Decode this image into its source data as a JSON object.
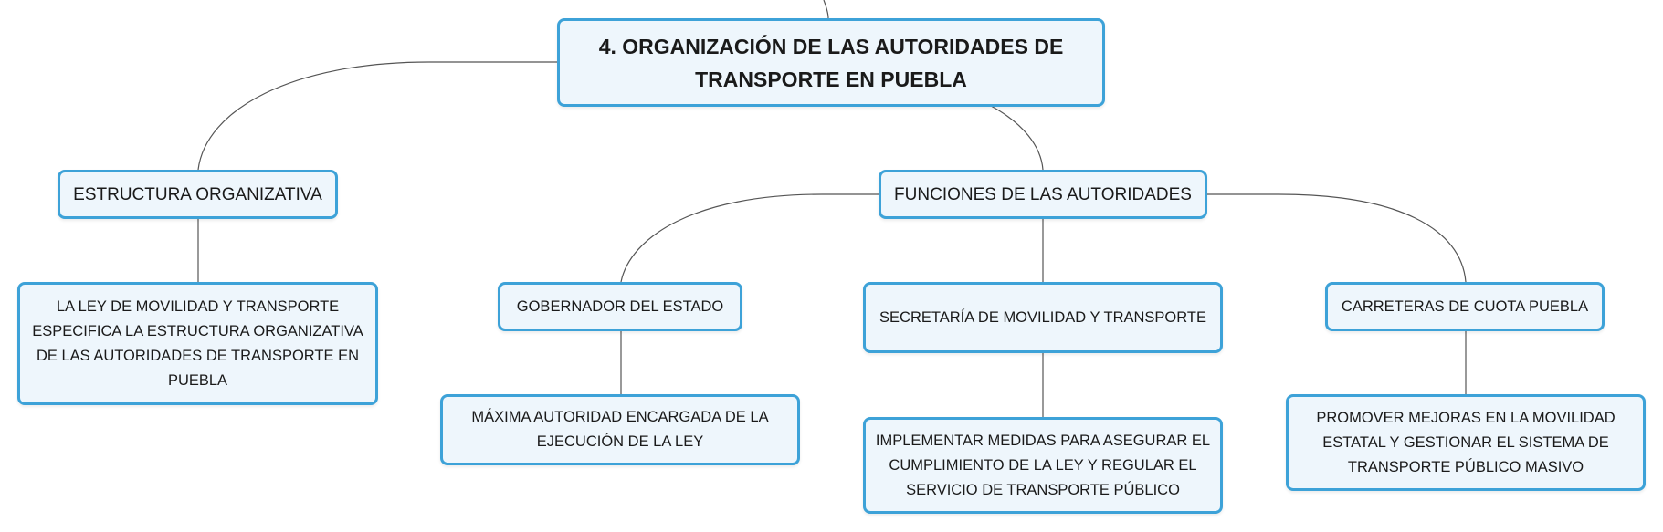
{
  "diagram": {
    "root": "4. ORGANIZACIÓN DE LAS AUTORIDADES DE TRANSPORTE EN PUEBLA",
    "branches": {
      "estructura": {
        "label": "ESTRUCTURA ORGANIZATIVA",
        "detail": "LA LEY DE MOVILIDAD Y TRANSPORTE ESPECIFICA LA ESTRUCTURA ORGANIZATIVA DE LAS AUTORIDADES DE TRANSPORTE EN PUEBLA"
      },
      "funciones": {
        "label": "FUNCIONES DE LAS AUTORIDADES",
        "gobernador": {
          "label": "GOBERNADOR DEL ESTADO",
          "detail": "MÁXIMA AUTORIDAD ENCARGADA DE LA EJECUCIÓN DE LA LEY"
        },
        "secretaria": {
          "label": "SECRETARÍA DE MOVILIDAD Y TRANSPORTE",
          "detail": "IMPLEMENTAR MEDIDAS PARA ASEGURAR EL CUMPLIMIENTO DE LA LEY Y REGULAR EL SERVICIO DE TRANSPORTE PÚBLICO"
        },
        "carreteras": {
          "label": "CARRETERAS DE CUOTA PUEBLA",
          "detail": "PROMOVER MEJORAS EN LA MOVILIDAD ESTATAL Y GESTIONAR EL SISTEMA DE TRANSPORTE PÚBLICO MASIVO"
        }
      }
    }
  },
  "colors": {
    "node_fill": "#eef6fc",
    "node_border": "#3da2d8",
    "connector": "#555555"
  }
}
